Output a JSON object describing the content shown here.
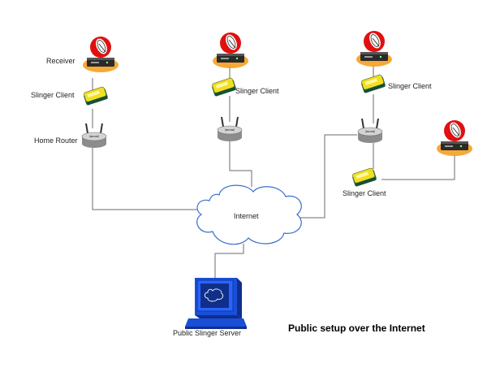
{
  "title": "Public setup over the Internet",
  "labels": {
    "receiver": "Receiver",
    "slinger_client": "Slinger Client",
    "home_router": "Home Router",
    "internet": "Internet",
    "public_server": "Public Slinger Server"
  },
  "colors": {
    "dish_red": "#e01010",
    "receiver_body": "#2a2a2a",
    "receiver_glow": "#f5a020",
    "client_yellow": "#f0e020",
    "client_green": "#1f6b4a",
    "router_gray": "#c8c8c8",
    "cloud_stroke": "#3a6fd0",
    "server_blue": "#1b4fd8",
    "line_gray": "#6b6b6b"
  },
  "icons": [
    "satellite-dish-icon",
    "receiver-box-icon",
    "slinger-client-icon",
    "router-icon",
    "cloud-icon",
    "server-terminal-icon"
  ]
}
